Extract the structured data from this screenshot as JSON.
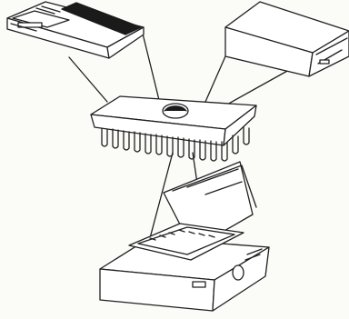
{
  "diagram": {
    "colors": {
      "background": "#fbfbf8",
      "ink": "#202020",
      "shade": "#1a1a1a",
      "paper": "#ffffff"
    },
    "nodes": [
      {
        "id": "cassette-recorder",
        "icon": "cassette-recorder-icon"
      },
      {
        "id": "disk-drive",
        "icon": "floppy-disk-drive-icon"
      },
      {
        "id": "chip",
        "icon": "integrated-circuit-icon"
      },
      {
        "id": "printer",
        "icon": "dot-matrix-printer-icon"
      }
    ],
    "connections": [
      {
        "from": "cassette-recorder",
        "to": "chip"
      },
      {
        "from": "disk-drive",
        "to": "chip"
      },
      {
        "from": "chip",
        "to": "printer"
      }
    ]
  }
}
